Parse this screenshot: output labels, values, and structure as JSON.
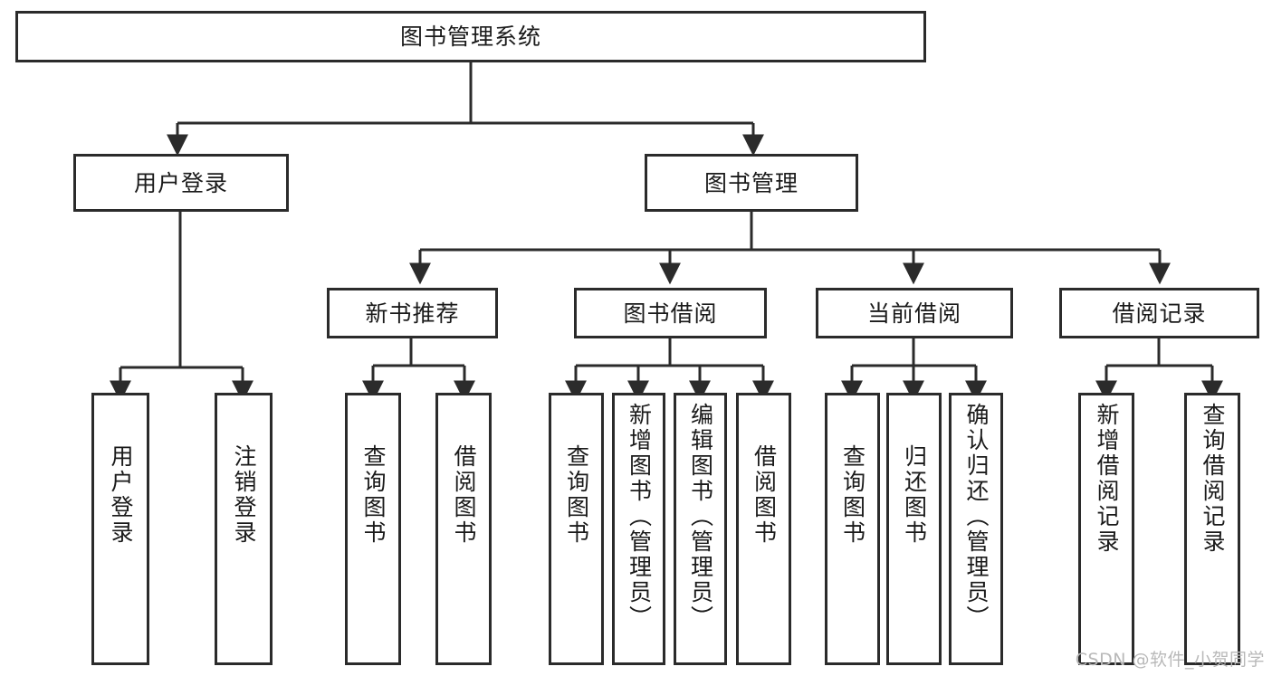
{
  "diagram": {
    "title": "图书管理系统",
    "type": "hierarchy-tree",
    "levels": 4,
    "root": {
      "id": "root",
      "label": "图书管理系统"
    },
    "level2": [
      {
        "id": "user-login",
        "label": "用户登录"
      },
      {
        "id": "book-manage",
        "label": "图书管理"
      }
    ],
    "level3": [
      {
        "id": "new-book-recommend",
        "label": "新书推荐"
      },
      {
        "id": "book-borrow",
        "label": "图书借阅"
      },
      {
        "id": "current-borrow",
        "label": "当前借阅"
      },
      {
        "id": "borrow-record",
        "label": "借阅记录"
      }
    ],
    "leaves": [
      {
        "id": "leaf-user-login",
        "label": "用户登录",
        "parent": "user-login"
      },
      {
        "id": "leaf-logout-login",
        "label": "注销登录",
        "parent": "user-login"
      },
      {
        "id": "leaf-query-book-1",
        "label": "查询图书",
        "parent": "new-book-recommend"
      },
      {
        "id": "leaf-borrow-book-1",
        "label": "借阅图书",
        "parent": "new-book-recommend"
      },
      {
        "id": "leaf-query-book-2",
        "label": "查询图书",
        "parent": "book-borrow"
      },
      {
        "id": "leaf-add-book",
        "label": "新增图书（管理员）",
        "parent": "book-borrow"
      },
      {
        "id": "leaf-edit-book",
        "label": "编辑图书（管理员）",
        "parent": "book-borrow"
      },
      {
        "id": "leaf-borrow-book-2",
        "label": "借阅图书",
        "parent": "book-borrow"
      },
      {
        "id": "leaf-query-book-3",
        "label": "查询图书",
        "parent": "current-borrow"
      },
      {
        "id": "leaf-return-book",
        "label": "归还图书",
        "parent": "current-borrow"
      },
      {
        "id": "leaf-confirm-return",
        "label": "确认归还（管理员）",
        "parent": "current-borrow"
      },
      {
        "id": "leaf-add-record",
        "label": "新增借阅记录",
        "parent": "borrow-record"
      },
      {
        "id": "leaf-query-record",
        "label": "查询借阅记录",
        "parent": "borrow-record"
      }
    ],
    "colors": {
      "box_border": "#2b2b2b",
      "box_fill": "#ffffff",
      "connector": "#2b2b2b",
      "text": "#1a1a1a",
      "watermark": "#b9b9b9"
    }
  },
  "watermark": {
    "text": "CSDN @软件_小贺同学"
  }
}
